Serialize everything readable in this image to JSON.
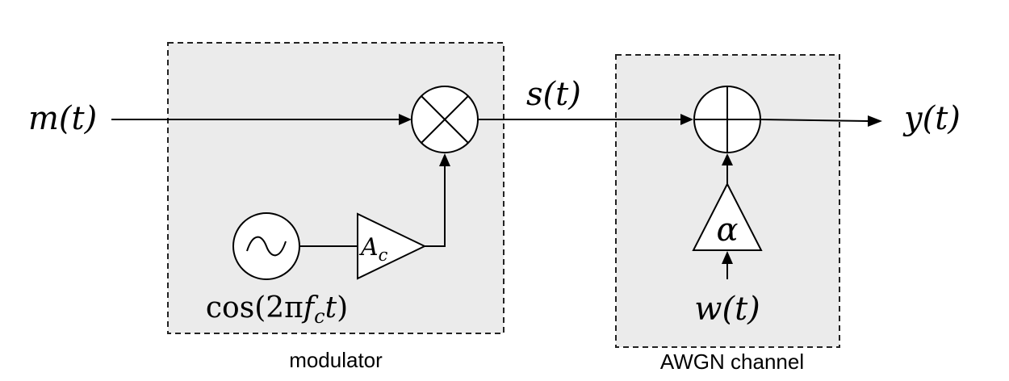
{
  "signals": {
    "input": "m(t)",
    "modulated": "s(t)",
    "output": "y(t)",
    "noise": "w(t)"
  },
  "modulator": {
    "caption": "modulator",
    "carrier_label": "cos(2πf_ct)",
    "gain_label": "A_c",
    "mixer": "multiplier",
    "oscillator": "sine source"
  },
  "channel": {
    "caption": "AWGN channel",
    "gain_label": "α",
    "combiner": "adder"
  },
  "colors": {
    "block_fill": "#ebebeb",
    "line": "#000000"
  }
}
